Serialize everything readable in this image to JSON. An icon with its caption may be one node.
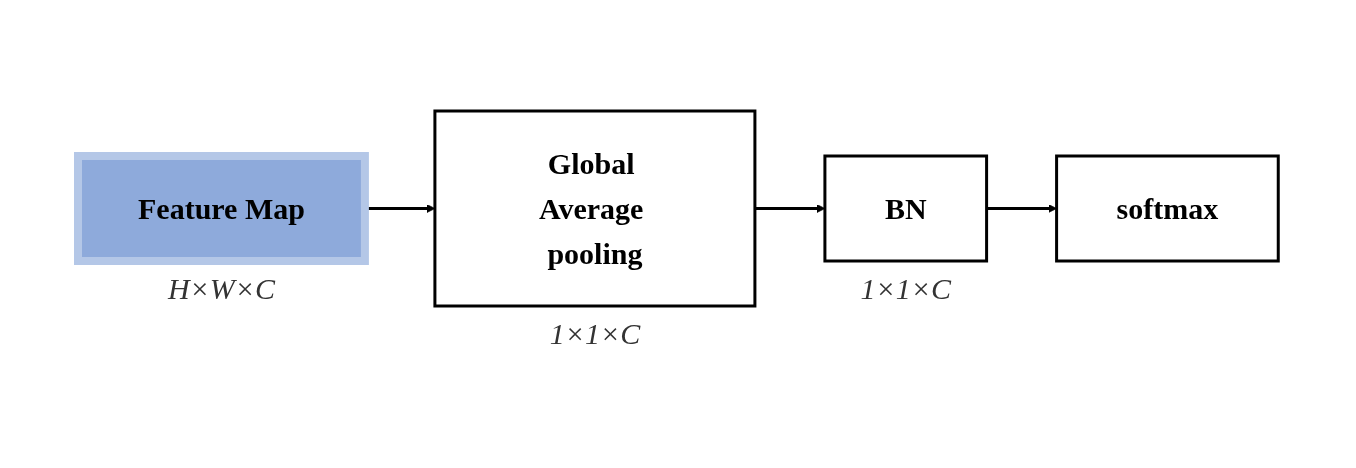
{
  "diagram": {
    "nodes": [
      {
        "text": [
          "Feature Map"
        ],
        "beside": [
          "H×W×C"
        ]
      },
      {
        "text": [
          "Global Average pooling"
        ],
        "beside": [
          "1×1×C"
        ]
      },
      {
        "text": [
          "BN"
        ],
        "beside": [
          "1×1×C"
        ]
      },
      {
        "text": [
          "softmax"
        ]
      }
    ],
    "edges": [
      {
        "from": 0,
        "to": 1,
        "arrow": "to"
      },
      {
        "from": 1,
        "to": 2,
        "arrow": "to"
      },
      {
        "from": 2,
        "to": 3,
        "arrow": "to"
      }
    ]
  }
}
